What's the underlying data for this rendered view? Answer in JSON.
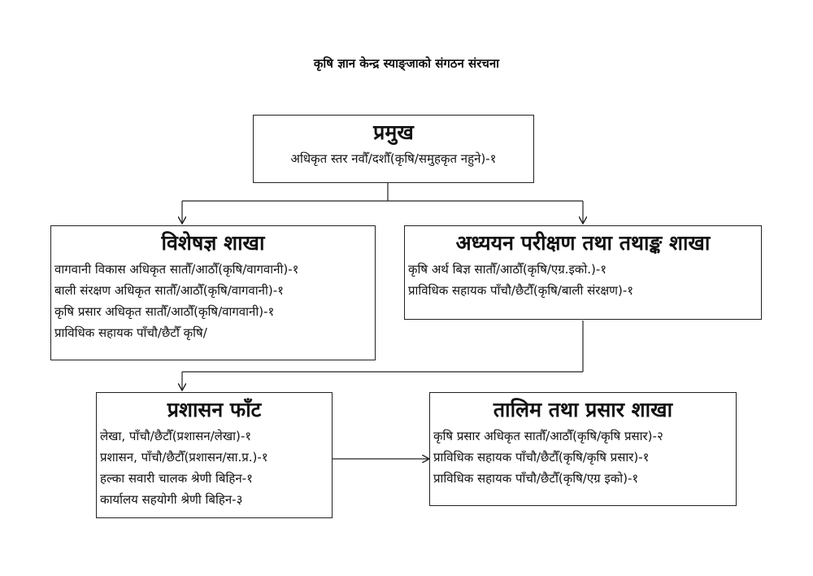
{
  "title": "कृषि ज्ञान केन्द्र स्याङ्जाको संगठन संरचना",
  "boxes": {
    "chief": {
      "title": "प्रमुख",
      "lines": [
        "अधिकृत स्तर नवौँ/दशौँ(कृषि/समुहकृत नहुने)-१"
      ]
    },
    "specialist": {
      "title": "विशेषज्ञ शाखा",
      "lines": [
        "वागवानी विकास अधिकृत सातौँ/आठौँ(कृषि/वागवानी)-१",
        "बाली संरक्षण अधिकृत सातौँ/आठौँ(कृषि/वागवानी)-१",
        "कृषि प्रसार अधिकृत सातौँ/आठौँ(कृषि/वागवानी)-१",
        "प्राविधिक सहायक पाँचौ/छैटौँ कृषि/"
      ]
    },
    "research": {
      "title": "अध्ययन परीक्षण तथा तथाङ्क शाखा",
      "lines": [
        "कृषि अर्थ बिज्ञ सातौँ/आठौँ(कृषि/एग्र.इको.)-१",
        "प्राविधिक सहायक  पाँचौ/छैटौँ(कृषि/बाली संरक्षण)-१"
      ]
    },
    "admin": {
      "title": "प्रशासन फाँट",
      "lines": [
        "लेखा, पाँचौ/छैटौँ(प्रशासन/लेखा)-१",
        "प्रशासन, पाँचौ/छैटौँ(प्रशासन/सा.प्र.)-१",
        "हल्का सवारी चालक श्रेणी बिहिन-१",
        "कार्यालय सहयोगी श्रेणी बिहिन-३"
      ]
    },
    "training": {
      "title": "तालिम तथा प्रसार शाखा",
      "lines": [
        "कृषि प्रसार अधिकृत सातौँ/आठौँ(कृषि/कृषि प्रसार)-२",
        "प्राविधिक सहायक पाँचौ/छैटौँ(कृषि/कृषि प्रसार)-१",
        "प्राविधिक सहायक पाँचौ/छैटौँ(कृषि/एग्र इको)-१"
      ]
    }
  },
  "colors": {
    "border": "#222222",
    "text": "#111111",
    "background": "#ffffff"
  }
}
